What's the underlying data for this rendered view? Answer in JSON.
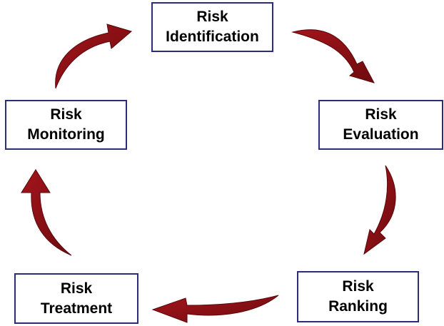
{
  "diagram": {
    "steps": [
      {
        "line1": "Risk",
        "line2": "Identification"
      },
      {
        "line1": "Risk",
        "line2": "Evaluation"
      },
      {
        "line1": "Risk",
        "line2": "Ranking"
      },
      {
        "line1": "Risk",
        "line2": "Treatment"
      },
      {
        "line1": "Risk",
        "line2": "Monitoring"
      }
    ],
    "colors": {
      "arrow": "#8b0f13",
      "box_border": "#2b2d7a",
      "text": "#000000",
      "background": "#ffffff"
    }
  }
}
